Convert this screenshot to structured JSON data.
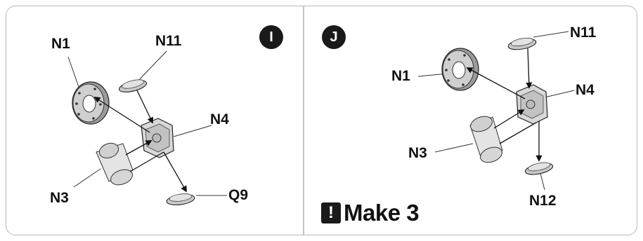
{
  "panels": [
    {
      "step": "I",
      "labels": {
        "n1": "N1",
        "n11": "N11",
        "n4": "N4",
        "n3": "N3",
        "q9": "Q9"
      }
    },
    {
      "step": "J",
      "labels": {
        "n1": "N1",
        "n11": "N11",
        "n4": "N4",
        "n3": "N3",
        "n12": "N12"
      },
      "note_icon": "!",
      "note": "Make 3"
    }
  ]
}
